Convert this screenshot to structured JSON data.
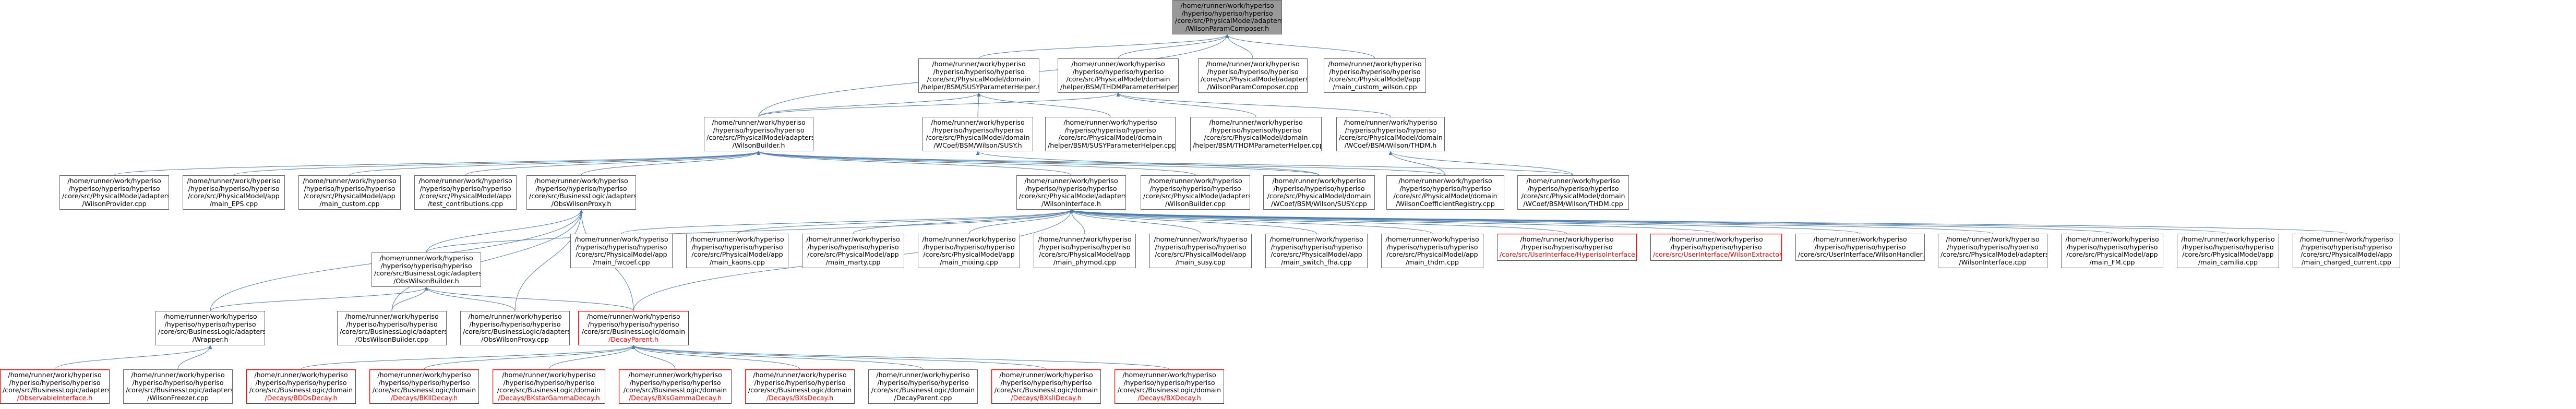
{
  "title": "/home/runner/work/hyperiso/hyperiso/hyperiso/core/src/PhysicalModel/adapters/WilsonParamComposer.h",
  "colors": {
    "edge": "#4b7bad",
    "node_border": "#666666",
    "root_fill": "#999999",
    "incomplete": "#ff0000"
  },
  "nodes": [
    {
      "id": "root",
      "lines": [
        "/home/runner/work/hyperiso",
        "/hyperiso/hyperiso/hyperiso",
        "/core/src/PhysicalModel/adapters",
        "/WilsonParamComposer.h"
      ]
    },
    {
      "id": "n1",
      "lines": [
        "/home/runner/work/hyperiso",
        "/hyperiso/hyperiso/hyperiso",
        "/core/src/PhysicalModel/domain",
        "/helper/BSM/SUSYParameterHelper.h"
      ]
    },
    {
      "id": "n2",
      "lines": [
        "/home/runner/work/hyperiso",
        "/hyperiso/hyperiso/hyperiso",
        "/core/src/PhysicalModel/domain",
        "/helper/BSM/THDMParameterHelper.h"
      ]
    },
    {
      "id": "n3",
      "lines": [
        "/home/runner/work/hyperiso",
        "/hyperiso/hyperiso/hyperiso",
        "/core/src/PhysicalModel/adapters",
        "/WilsonParamComposer.cpp"
      ]
    },
    {
      "id": "n4",
      "lines": [
        "/home/runner/work/hyperiso",
        "/hyperiso/hyperiso/hyperiso",
        "/core/src/PhysicalModel/app",
        "/main_custom_wilson.cpp"
      ]
    },
    {
      "id": "n5",
      "lines": [
        "/home/runner/work/hyperiso",
        "/hyperiso/hyperiso/hyperiso",
        "/core/src/PhysicalModel/adapters",
        "/WilsonBuilder.h"
      ]
    },
    {
      "id": "n6",
      "lines": [
        "/home/runner/work/hyperiso",
        "/hyperiso/hyperiso/hyperiso",
        "/core/src/PhysicalModel/domain",
        "/WCoef/BSM/Wilson/SUSY.h"
      ]
    },
    {
      "id": "n7",
      "lines": [
        "/home/runner/work/hyperiso",
        "/hyperiso/hyperiso/hyperiso",
        "/core/src/PhysicalModel/domain",
        "/helper/BSM/SUSYParameterHelper.cpp"
      ]
    },
    {
      "id": "n8",
      "lines": [
        "/home/runner/work/hyperiso",
        "/hyperiso/hyperiso/hyperiso",
        "/core/src/PhysicalModel/domain",
        "/helper/BSM/THDMParameterHelper.cpp"
      ]
    },
    {
      "id": "n9",
      "lines": [
        "/home/runner/work/hyperiso",
        "/hyperiso/hyperiso/hyperiso",
        "/core/src/PhysicalModel/domain",
        "/WCoef/BSM/Wilson/THDM.h"
      ]
    },
    {
      "id": "n10",
      "lines": [
        "/home/runner/work/hyperiso",
        "/hyperiso/hyperiso/hyperiso",
        "/core/src/PhysicalModel/adapters",
        "/WilsonProvider.cpp"
      ]
    },
    {
      "id": "n11",
      "lines": [
        "/home/runner/work/hyperiso",
        "/hyperiso/hyperiso/hyperiso",
        "/core/src/PhysicalModel/app",
        "/main_EPS.cpp"
      ]
    },
    {
      "id": "n12",
      "lines": [
        "/home/runner/work/hyperiso",
        "/hyperiso/hyperiso/hyperiso",
        "/core/src/PhysicalModel/app",
        "/main_custom.cpp"
      ]
    },
    {
      "id": "n13",
      "lines": [
        "/home/runner/work/hyperiso",
        "/hyperiso/hyperiso/hyperiso",
        "/core/src/PhysicalModel/app",
        "/test_contributions.cpp"
      ]
    },
    {
      "id": "n14",
      "lines": [
        "/home/runner/work/hyperiso",
        "/hyperiso/hyperiso/hyperiso",
        "/core/src/BusinessLogic/adapters",
        "/ObsWilsonProxy.h"
      ]
    },
    {
      "id": "n15",
      "lines": [
        "/home/runner/work/hyperiso",
        "/hyperiso/hyperiso/hyperiso",
        "/core/src/PhysicalModel/adapters",
        "/WilsonInterface.h"
      ]
    },
    {
      "id": "n16",
      "lines": [
        "/home/runner/work/hyperiso",
        "/hyperiso/hyperiso/hyperiso",
        "/core/src/PhysicalModel/adapters",
        "/WilsonBuilder.cpp"
      ]
    },
    {
      "id": "n17",
      "lines": [
        "/home/runner/work/hyperiso",
        "/hyperiso/hyperiso/hyperiso",
        "/core/src/PhysicalModel/domain",
        "/WCoef/BSM/Wilson/SUSY.cpp"
      ]
    },
    {
      "id": "n18",
      "lines": [
        "/home/runner/work/hyperiso",
        "/hyperiso/hyperiso/hyperiso",
        "/core/src/PhysicalModel/domain",
        "/WilsonCoefficientRegistry.cpp"
      ]
    },
    {
      "id": "n19",
      "lines": [
        "/home/runner/work/hyperiso",
        "/hyperiso/hyperiso/hyperiso",
        "/core/src/PhysicalModel/domain",
        "/WCoef/BSM/Wilson/THDM.cpp"
      ]
    },
    {
      "id": "n20",
      "lines": [
        "/home/runner/work/hyperiso",
        "/hyperiso/hyperiso/hyperiso",
        "/core/src/BusinessLogic/adapters",
        "/ObsWilsonBuilder.h"
      ]
    },
    {
      "id": "n21",
      "lines": [
        "/home/runner/work/hyperiso",
        "/hyperiso/hyperiso/hyperiso",
        "/core/src/PhysicalModel/app",
        "/main_fwcoef.cpp"
      ]
    },
    {
      "id": "n22",
      "lines": [
        "/home/runner/work/hyperiso",
        "/hyperiso/hyperiso/hyperiso",
        "/core/src/PhysicalModel/app",
        "/main_kaons.cpp"
      ]
    },
    {
      "id": "n23",
      "lines": [
        "/home/runner/work/hyperiso",
        "/hyperiso/hyperiso/hyperiso",
        "/core/src/PhysicalModel/app",
        "/main_marty.cpp"
      ]
    },
    {
      "id": "n24",
      "lines": [
        "/home/runner/work/hyperiso",
        "/hyperiso/hyperiso/hyperiso",
        "/core/src/PhysicalModel/app",
        "/main_mixing.cpp"
      ]
    },
    {
      "id": "n25",
      "lines": [
        "/home/runner/work/hyperiso",
        "/hyperiso/hyperiso/hyperiso",
        "/core/src/PhysicalModel/app",
        "/main_phymod.cpp"
      ]
    },
    {
      "id": "n26",
      "lines": [
        "/home/runner/work/hyperiso",
        "/hyperiso/hyperiso/hyperiso",
        "/core/src/PhysicalModel/app",
        "/main_susy.cpp"
      ]
    },
    {
      "id": "n27",
      "lines": [
        "/home/runner/work/hyperiso",
        "/hyperiso/hyperiso/hyperiso",
        "/core/src/PhysicalModel/app",
        "/main_switch_fha.cpp"
      ]
    },
    {
      "id": "n28",
      "lines": [
        "/home/runner/work/hyperiso",
        "/hyperiso/hyperiso/hyperiso",
        "/core/src/PhysicalModel/app",
        "/main_thdm.cpp"
      ]
    },
    {
      "id": "n29",
      "red": true,
      "lines": [
        "/home/runner/work/hyperiso",
        "/hyperiso/hyperiso/hyperiso",
        "/core/src/UserInterface/HyperisoInterface.h"
      ]
    },
    {
      "id": "n30",
      "red": true,
      "lines": [
        "/home/runner/work/hyperiso",
        "/hyperiso/hyperiso/hyperiso",
        "/core/src/UserInterface/WilsonExtractor.h"
      ]
    },
    {
      "id": "n31",
      "lines": [
        "/home/runner/work/hyperiso",
        "/hyperiso/hyperiso/hyperiso",
        "/core/src/UserInterface/WilsonHandler.cpp"
      ]
    },
    {
      "id": "n32",
      "lines": [
        "/home/runner/work/hyperiso",
        "/hyperiso/hyperiso/hyperiso",
        "/core/src/PhysicalModel/adapters",
        "/WilsonInterface.cpp"
      ]
    },
    {
      "id": "n33",
      "lines": [
        "/home/runner/work/hyperiso",
        "/hyperiso/hyperiso/hyperiso",
        "/core/src/PhysicalModel/app",
        "/main_FM.cpp"
      ]
    },
    {
      "id": "n34",
      "lines": [
        "/home/runner/work/hyperiso",
        "/hyperiso/hyperiso/hyperiso",
        "/core/src/PhysicalModel/app",
        "/main_camilia.cpp"
      ]
    },
    {
      "id": "n35",
      "lines": [
        "/home/runner/work/hyperiso",
        "/hyperiso/hyperiso/hyperiso",
        "/core/src/PhysicalModel/app",
        "/main_charged_current.cpp"
      ]
    },
    {
      "id": "n36",
      "lines": [
        "/home/runner/work/hyperiso",
        "/hyperiso/hyperiso/hyperiso",
        "/core/src/BusinessLogic/adapters",
        "/Wrapper.h"
      ]
    },
    {
      "id": "n37",
      "lines": [
        "/home/runner/work/hyperiso",
        "/hyperiso/hyperiso/hyperiso",
        "/core/src/BusinessLogic/adapters",
        "/ObsWilsonBuilder.cpp"
      ]
    },
    {
      "id": "n38",
      "lines": [
        "/home/runner/work/hyperiso",
        "/hyperiso/hyperiso/hyperiso",
        "/core/src/BusinessLogic/adapters",
        "/ObsWilsonProxy.cpp"
      ]
    },
    {
      "id": "n39",
      "red": true,
      "lines": [
        "/home/runner/work/hyperiso",
        "/hyperiso/hyperiso/hyperiso",
        "/core/src/BusinessLogic/domain",
        "/DecayParent.h"
      ]
    },
    {
      "id": "n40",
      "red": true,
      "lines": [
        "/home/runner/work/hyperiso",
        "/hyperiso/hyperiso/hyperiso",
        "/core/src/BusinessLogic/adapters",
        "/ObservableInterface.h"
      ]
    },
    {
      "id": "n41",
      "lines": [
        "/home/runner/work/hyperiso",
        "/hyperiso/hyperiso/hyperiso",
        "/core/src/BusinessLogic/adapters",
        "/WilsonFreezer.cpp"
      ]
    },
    {
      "id": "n42",
      "red": true,
      "lines": [
        "/home/runner/work/hyperiso",
        "/hyperiso/hyperiso/hyperiso",
        "/core/src/BusinessLogic/domain",
        "/Decays/BDDsDecay.h"
      ]
    },
    {
      "id": "n43",
      "red": true,
      "lines": [
        "/home/runner/work/hyperiso",
        "/hyperiso/hyperiso/hyperiso",
        "/core/src/BusinessLogic/domain",
        "/Decays/BKllDecay.h"
      ]
    },
    {
      "id": "n44",
      "red": true,
      "lines": [
        "/home/runner/work/hyperiso",
        "/hyperiso/hyperiso/hyperiso",
        "/core/src/BusinessLogic/domain",
        "/Decays/BKstarGammaDecay.h"
      ]
    },
    {
      "id": "n45",
      "red": true,
      "lines": [
        "/home/runner/work/hyperiso",
        "/hyperiso/hyperiso/hyperiso",
        "/core/src/BusinessLogic/domain",
        "/Decays/BXsGammaDecay.h"
      ]
    },
    {
      "id": "n46",
      "red": true,
      "lines": [
        "/home/runner/work/hyperiso",
        "/hyperiso/hyperiso/hyperiso",
        "/core/src/BusinessLogic/domain",
        "/Decays/BXsDecay.h"
      ]
    },
    {
      "id": "n47",
      "lines": [
        "/home/runner/work/hyperiso",
        "/hyperiso/hyperiso/hyperiso",
        "/core/src/BusinessLogic/domain",
        "/DecayParent.cpp"
      ]
    },
    {
      "id": "n48",
      "red": true,
      "lines": [
        "/home/runner/work/hyperiso",
        "/hyperiso/hyperiso/hyperiso",
        "/core/src/BusinessLogic/domain",
        "/Decays/BXsllDecay.h"
      ]
    },
    {
      "id": "n49",
      "red": true,
      "lines": [
        "/home/runner/work/hyperiso",
        "/hyperiso/hyperiso/hyperiso",
        "/core/src/BusinessLogic/domain",
        "/Decays/BXDecay.h"
      ]
    }
  ],
  "edges": [
    [
      "root",
      "n1"
    ],
    [
      "root",
      "n2"
    ],
    [
      "root",
      "n3"
    ],
    [
      "root",
      "n4"
    ],
    [
      "root",
      "n5"
    ],
    [
      "n1",
      "n5"
    ],
    [
      "n1",
      "n6"
    ],
    [
      "n1",
      "n7"
    ],
    [
      "n2",
      "n5"
    ],
    [
      "n2",
      "n8"
    ],
    [
      "n2",
      "n9"
    ],
    [
      "n5",
      "n10"
    ],
    [
      "n5",
      "n11"
    ],
    [
      "n5",
      "n12"
    ],
    [
      "n5",
      "n13"
    ],
    [
      "n5",
      "n14"
    ],
    [
      "n5",
      "n15"
    ],
    [
      "n5",
      "n16"
    ],
    [
      "n5",
      "n17"
    ],
    [
      "n5",
      "n18"
    ],
    [
      "n5",
      "n19"
    ],
    [
      "n6",
      "n17"
    ],
    [
      "n9",
      "n19"
    ],
    [
      "n9",
      "n18"
    ],
    [
      "n14",
      "n20"
    ],
    [
      "n14",
      "n36"
    ],
    [
      "n14",
      "n38"
    ],
    [
      "n14",
      "n39"
    ],
    [
      "n14",
      "n37"
    ],
    [
      "n15",
      "n20"
    ],
    [
      "n15",
      "n21"
    ],
    [
      "n15",
      "n22"
    ],
    [
      "n15",
      "n23"
    ],
    [
      "n15",
      "n24"
    ],
    [
      "n15",
      "n25"
    ],
    [
      "n15",
      "n26"
    ],
    [
      "n15",
      "n27"
    ],
    [
      "n15",
      "n28"
    ],
    [
      "n15",
      "n29"
    ],
    [
      "n15",
      "n30"
    ],
    [
      "n15",
      "n31"
    ],
    [
      "n15",
      "n32"
    ],
    [
      "n15",
      "n33"
    ],
    [
      "n15",
      "n34"
    ],
    [
      "n15",
      "n35"
    ],
    [
      "n15",
      "n39"
    ],
    [
      "n20",
      "n36"
    ],
    [
      "n20",
      "n37"
    ],
    [
      "n20",
      "n38"
    ],
    [
      "n20",
      "n39"
    ],
    [
      "n36",
      "n40"
    ],
    [
      "n36",
      "n41"
    ],
    [
      "n39",
      "n42"
    ],
    [
      "n39",
      "n43"
    ],
    [
      "n39",
      "n44"
    ],
    [
      "n39",
      "n45"
    ],
    [
      "n39",
      "n46"
    ],
    [
      "n39",
      "n47"
    ],
    [
      "n39",
      "n48"
    ],
    [
      "n39",
      "n49"
    ]
  ]
}
